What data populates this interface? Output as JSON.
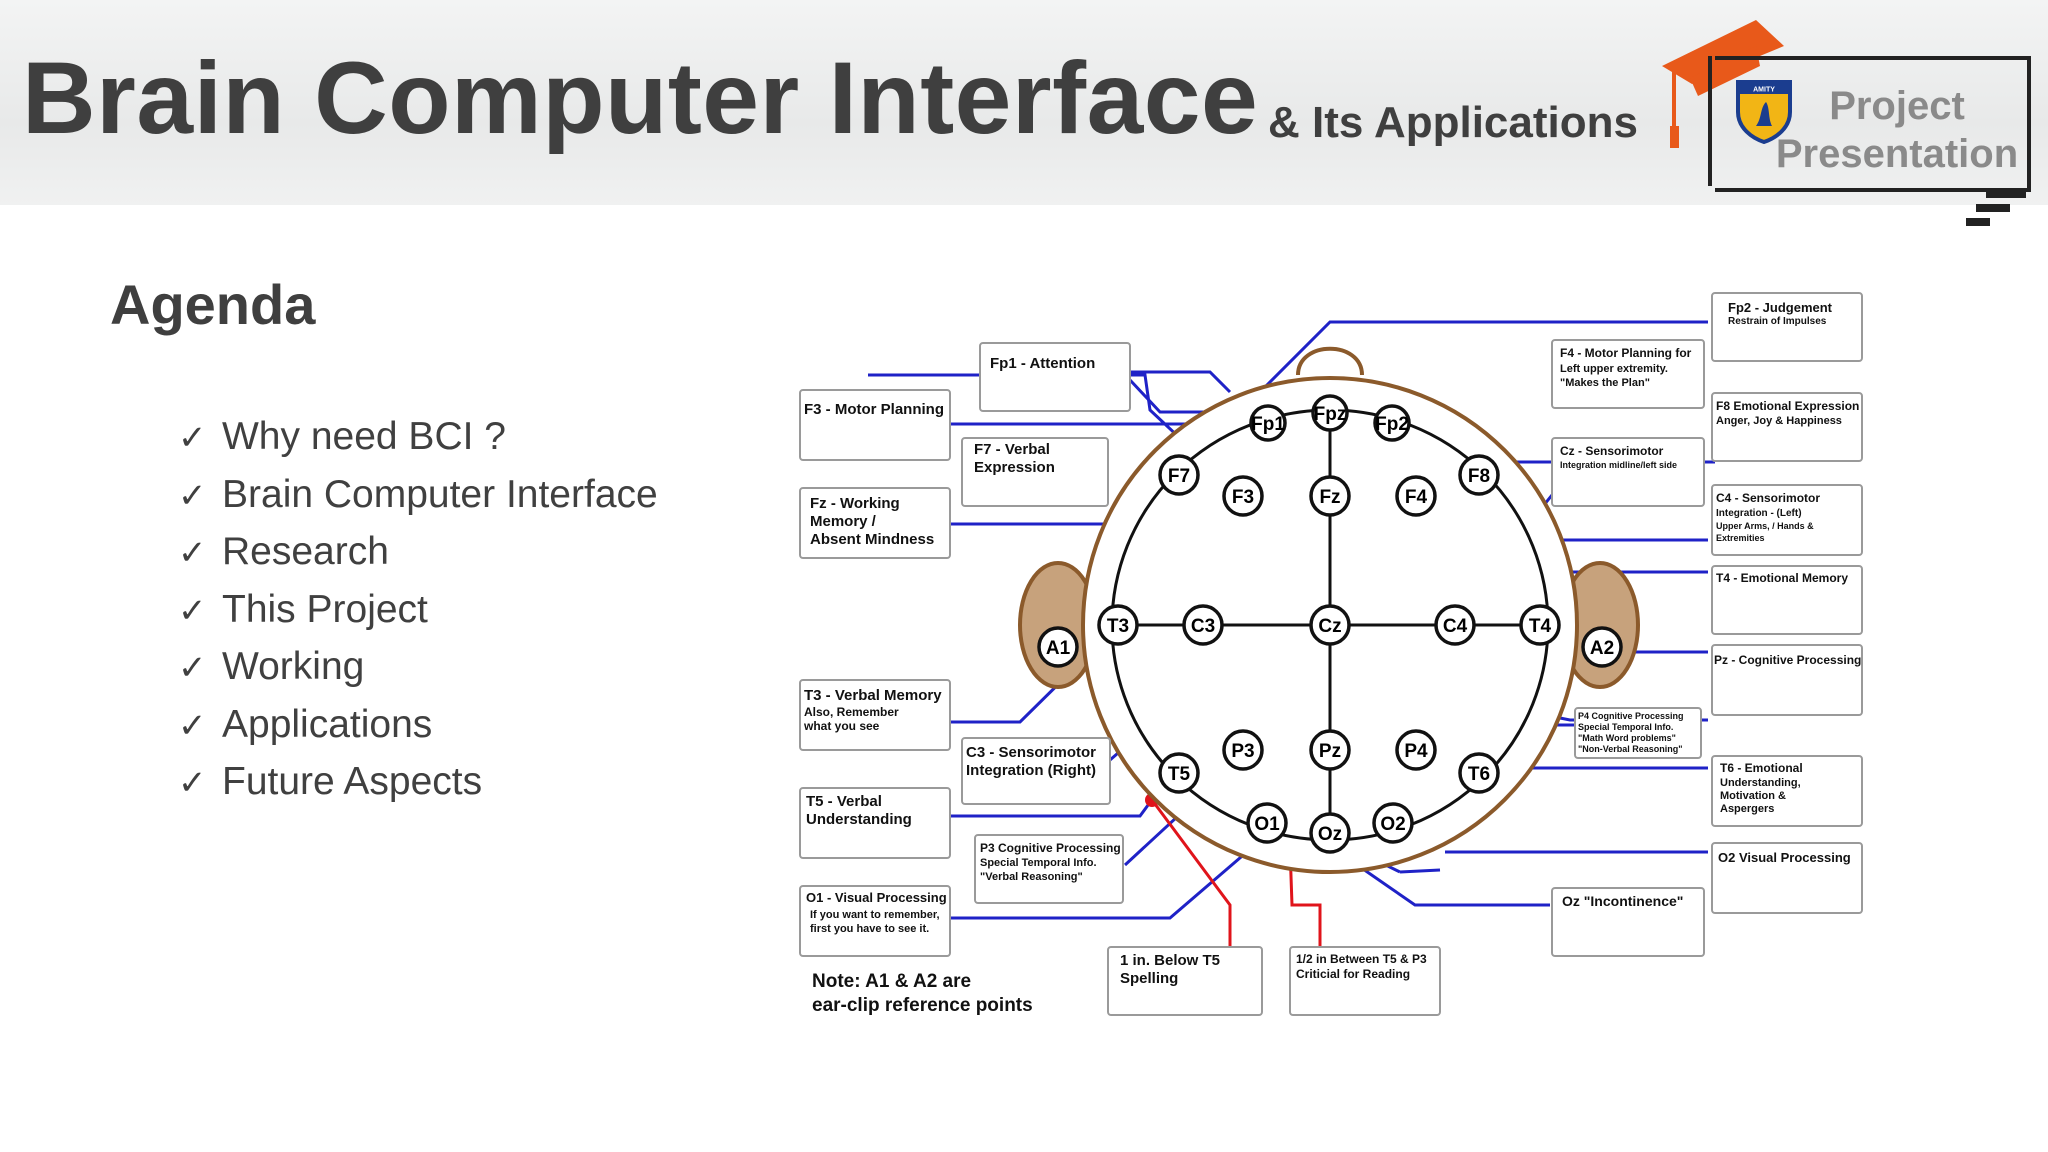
{
  "header": {
    "title": "Brain Computer Interface",
    "subtitle": "& Its Applications",
    "badge_line1": "Project",
    "badge_line2": "Presentation",
    "logo_text": "AMITY",
    "accent_color": "#e8591a"
  },
  "agenda": {
    "title": "Agenda",
    "check": "✓",
    "items": [
      "Why need BCI ?",
      "Brain Computer Interface",
      "Research",
      "This Project",
      "Working",
      "Applications",
      "Future Aspects"
    ]
  },
  "diagram": {
    "electrodes": {
      "fp1": "Fp1",
      "fpz": "Fpz",
      "fp2": "Fp2",
      "f7": "F7",
      "f3": "F3",
      "fz": "Fz",
      "f4": "F4",
      "f8": "F8",
      "t3": "T3",
      "c3": "C3",
      "cz": "Cz",
      "c4": "C4",
      "t4": "T4",
      "t5": "T5",
      "p3": "P3",
      "pz": "Pz",
      "p4": "P4",
      "t6": "T6",
      "o1": "O1",
      "oz": "Oz",
      "o2": "O2",
      "a1": "A1",
      "a2": "A2"
    },
    "labels": {
      "fp1": "Fp1 - Attention",
      "f3": "F3 - Motor Planning",
      "f7_1": "F7 - Verbal",
      "f7_2": "Expression",
      "fz_1": "Fz - Working",
      "fz_2": "Memory /",
      "fz_3": "Absent Mindness",
      "t3_1": "T3 - Verbal Memory",
      "t3_2": "Also, Remember",
      "t3_3": "what you see",
      "c3_1": "C3 - Sensorimotor",
      "c3_2": "Integration (Right)",
      "t5_1": "T5 - Verbal",
      "t5_2": "Understanding",
      "p3_1": "P3 Cognitive Processing",
      "p3_2": "Special Temporal Info.",
      "p3_3": "\"Verbal Reasoning\"",
      "o1_1": "O1 - Visual Processing",
      "o1_2": "If you want to remember,",
      "o1_3": "first you have to see it.",
      "below_t5_1": "1 in. Below T5",
      "below_t5_2": "Spelling",
      "between_1": "1/2 in Between T5 & P3",
      "between_2": "Criticial for Reading",
      "fp2_1": "Fp2 - Judgement",
      "fp2_2": "Restrain of Impulses",
      "f4_1": "F4 - Motor Planning for",
      "f4_2": "Left upper extremity.",
      "f4_3": "\"Makes the Plan\"",
      "f8_1": "F8 Emotional Expression",
      "f8_2": "Anger, Joy & Happiness",
      "cz_1": "Cz - Sensorimotor",
      "cz_2": "Integration midline/left side",
      "c4_1": "C4 - Sensorimotor",
      "c4_2": "Integration - (Left)",
      "c4_3": "Upper Arms, / Hands &",
      "c4_4": "Extremities",
      "t4": "T4 - Emotional Memory",
      "pz": "Pz - Cognitive Processing",
      "p4_1": "P4 Cognitive Processing",
      "p4_2": "Special Temporal Info.",
      "p4_3": "\"Math Word problems\"",
      "p4_4": "\"Non-Verbal Reasoning\"",
      "t6_1": "T6 - Emotional",
      "t6_2": "Understanding,",
      "t6_3": "Motivation &",
      "t6_4": "Aspergers",
      "o2": "O2 Visual Processing",
      "oz": "Oz \"Incontinence\"",
      "note_1": "Note: A1 & A2 are",
      "note_2": "ear-clip reference points"
    },
    "colors": {
      "line": "#1f22c7",
      "red": "#e0141b",
      "head": "#8b5a2b",
      "ear": "#c7a27c"
    }
  }
}
